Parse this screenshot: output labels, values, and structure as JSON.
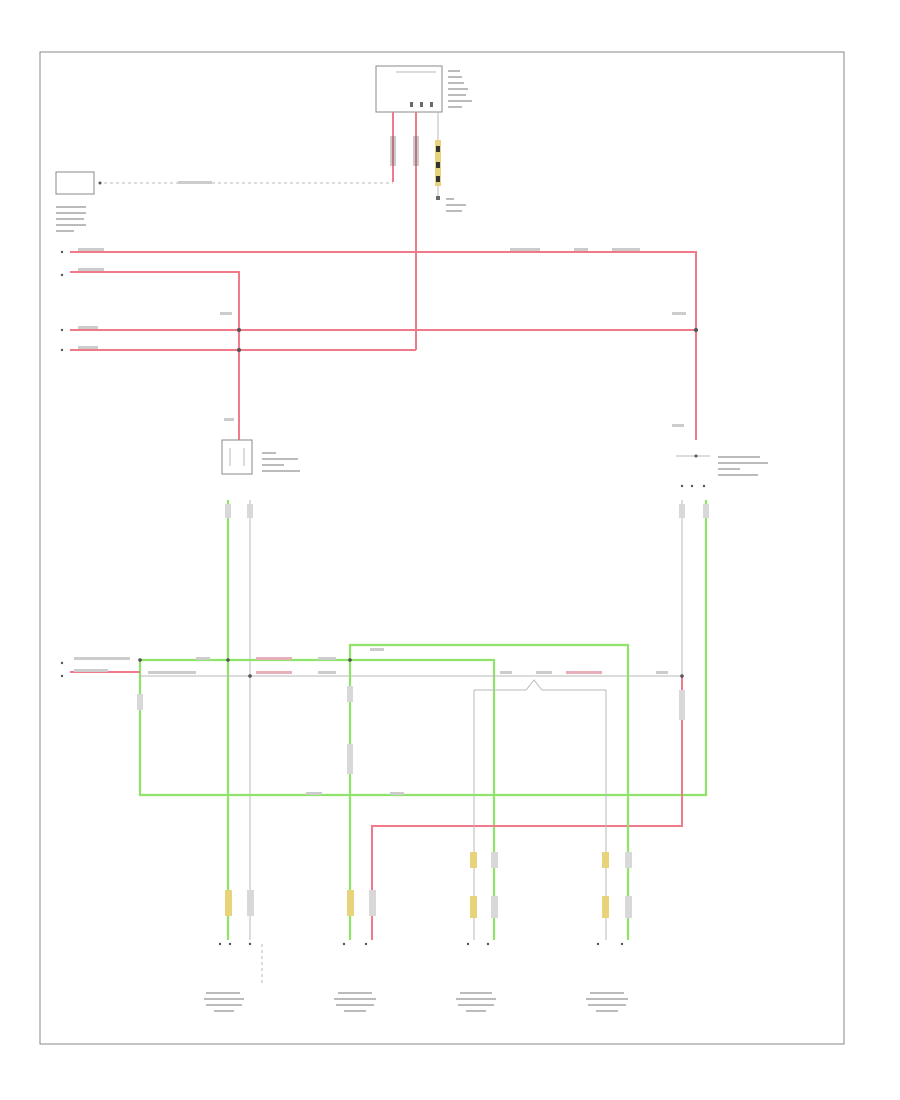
{
  "page": {
    "identifier": ""
  },
  "colors": {
    "wire_red": "#f07a8a",
    "wire_green": "#8fe36a",
    "wire_gray": "#b9b9b9",
    "frame": "#8a8a8a",
    "connector": "#6a6a6a"
  },
  "components": [
    {
      "id": "module-top",
      "name": ""
    },
    {
      "id": "switch-left",
      "name": ""
    },
    {
      "id": "driver-lock-switch",
      "name": ""
    },
    {
      "id": "passenger-lock-switch",
      "name": ""
    },
    {
      "id": "lf-lock-motor",
      "name": ""
    },
    {
      "id": "rf-lock-motor",
      "name": ""
    },
    {
      "id": "lr-lock-motor",
      "name": ""
    },
    {
      "id": "rr-lock-motor",
      "name": ""
    }
  ]
}
